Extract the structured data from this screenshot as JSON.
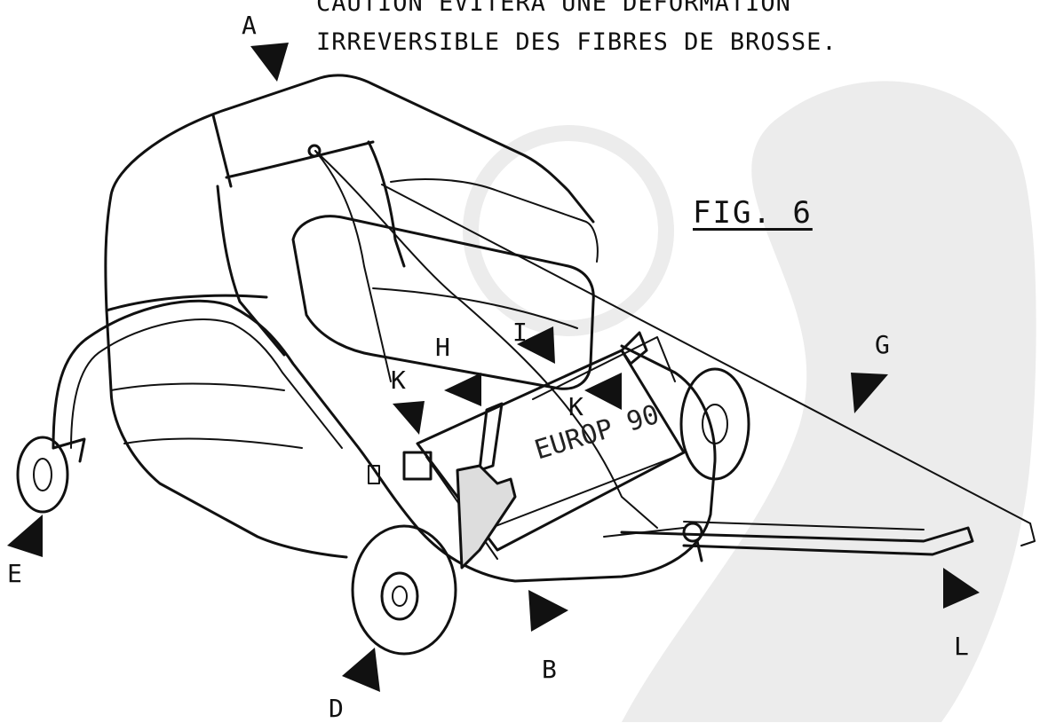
{
  "caption": {
    "line1": "CAUTION EVITERA UNE  DEFORMATION",
    "line2": "IRREVERSIBLE DES FIBRES DE BROSSE."
  },
  "figure": {
    "label": "FIG. 6"
  },
  "machine": {
    "plate": "EUROP 90"
  },
  "callouts": {
    "A": "A",
    "B": "B",
    "D": "D",
    "E": "E",
    "G": "G",
    "H": "H",
    "I": "I",
    "K1": "K",
    "K2": "K",
    "L": "L"
  },
  "colors": {
    "ink": "#111111",
    "watermark": "#ececec",
    "paper": "#ffffff"
  }
}
